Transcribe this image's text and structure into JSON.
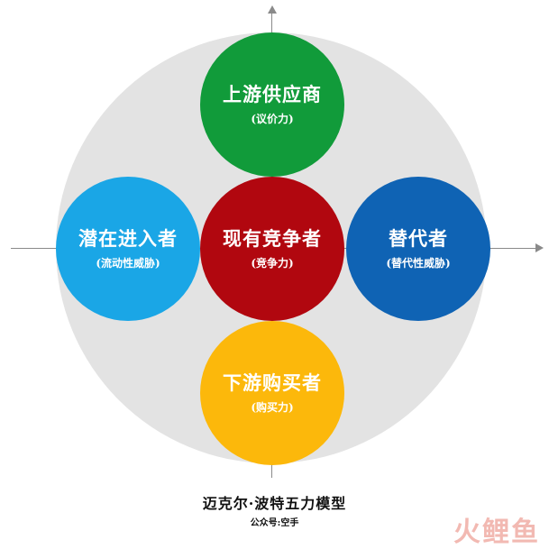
{
  "forces": {
    "top": {
      "title": "上游供应商",
      "subtitle": "(议价力)",
      "color": "#119b3a"
    },
    "left": {
      "title": "潜在进入者",
      "subtitle": "(流动性威胁)",
      "color": "#1aa6e6"
    },
    "center": {
      "title": "现有竞争者",
      "subtitle": "(竞争力)",
      "color": "#b1070f"
    },
    "right": {
      "title": "替代者",
      "subtitle": "(替代性威胁)",
      "color": "#0f63b4"
    },
    "bottom": {
      "title": "下游购买者",
      "subtitle": "(购买力)",
      "color": "#fcb80b"
    }
  },
  "caption": {
    "title": "迈克尔·波特五力模型",
    "subtitle": "公众号:空手"
  },
  "watermark": "火鲤鱼",
  "colors": {
    "outer_circle": "#e3e3e3",
    "axis": "#8a8a8a"
  }
}
